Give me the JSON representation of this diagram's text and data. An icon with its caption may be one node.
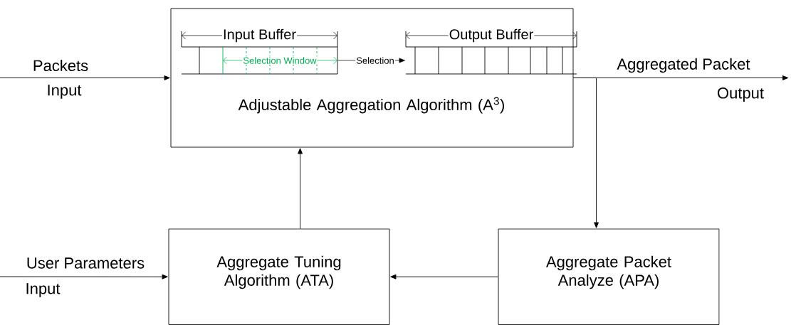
{
  "diagram": {
    "nodes": [
      {
        "text": [
          "Adjustable Aggregation Algorithm (A$^{3}$)"
        ]
      },
      {
        "text": [
          "Input Buffer"
        ],
        "in": 0
      },
      {
        "text": [
          "Output Buffer"
        ],
        "in": 0
      },
      {
        "text": [
          "Aggregate Tuning Algorithm (ATA)"
        ]
      },
      {
        "text": [
          "Aggregate Packet Analyze (APA)"
        ]
      }
    ],
    "edges": [
      {
        "from": null,
        "to": 0,
        "arrow": "to",
        "label": "Packets"
      },
      {
        "from": 1,
        "to": 2,
        "arrow": "to",
        "label": "Selection"
      },
      {
        "from": 0,
        "to": null,
        "arrow": "to",
        "label": "Aggregated Packet"
      },
      {
        "from": 0,
        "to": 4,
        "arrow": "to"
      },
      {
        "from": 4,
        "to": 3,
        "arrow": "to"
      },
      {
        "from": 3,
        "to": 0,
        "arrow": "to"
      },
      {
        "from": null,
        "to": 3,
        "arrow": "to",
        "label": "User Parameters"
      }
    ],
    "labels": [
      "Selection Window",
      "Input",
      "Output",
      "Input"
    ]
  }
}
